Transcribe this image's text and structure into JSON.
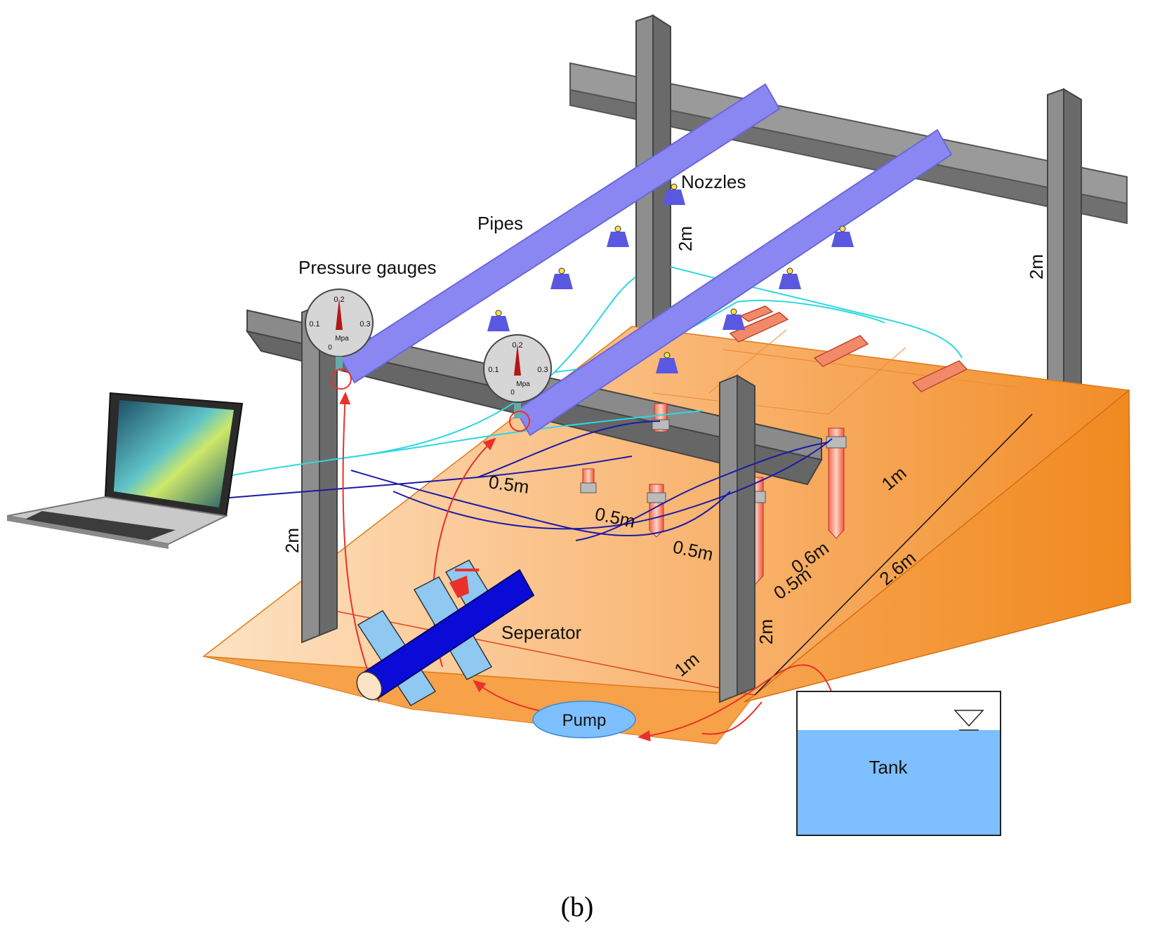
{
  "figure": {
    "panel_label": "(b)",
    "labels": {
      "nozzles": "Nozzles",
      "pipes": "Pipes",
      "pressure_gauges": "Pressure gauges",
      "separator": "Seperator",
      "pump": "Pump",
      "tank": "Tank"
    },
    "dimensions": {
      "post_front_left": "2m",
      "post_back_center": "2m",
      "post_back_right": "2m",
      "post_front_center": "2m",
      "spacing_a": "0.5m",
      "spacing_b": "0.5m",
      "spacing_c": "0.5m",
      "depth_a": "0.6m",
      "depth_b": "0.5m",
      "slope_length": "2.6m",
      "width_top": "1m",
      "width_bottom": "1m"
    },
    "gauge_ticks": {
      "top": "0.2",
      "left": "0.1",
      "right": "0.3",
      "unit": "Mpa",
      "zero": "0"
    },
    "colors": {
      "slope_orange": "#f39a3a",
      "pipe_blue": "#8a87f2",
      "separator_blue": "#0b0bd8",
      "water_blue": "#7ebfff",
      "steel_grey": "#8d8d8d",
      "flow_red": "#e8312a",
      "cable_cyan": "#2ed8e0",
      "cable_navy": "#1a1aa8"
    }
  }
}
